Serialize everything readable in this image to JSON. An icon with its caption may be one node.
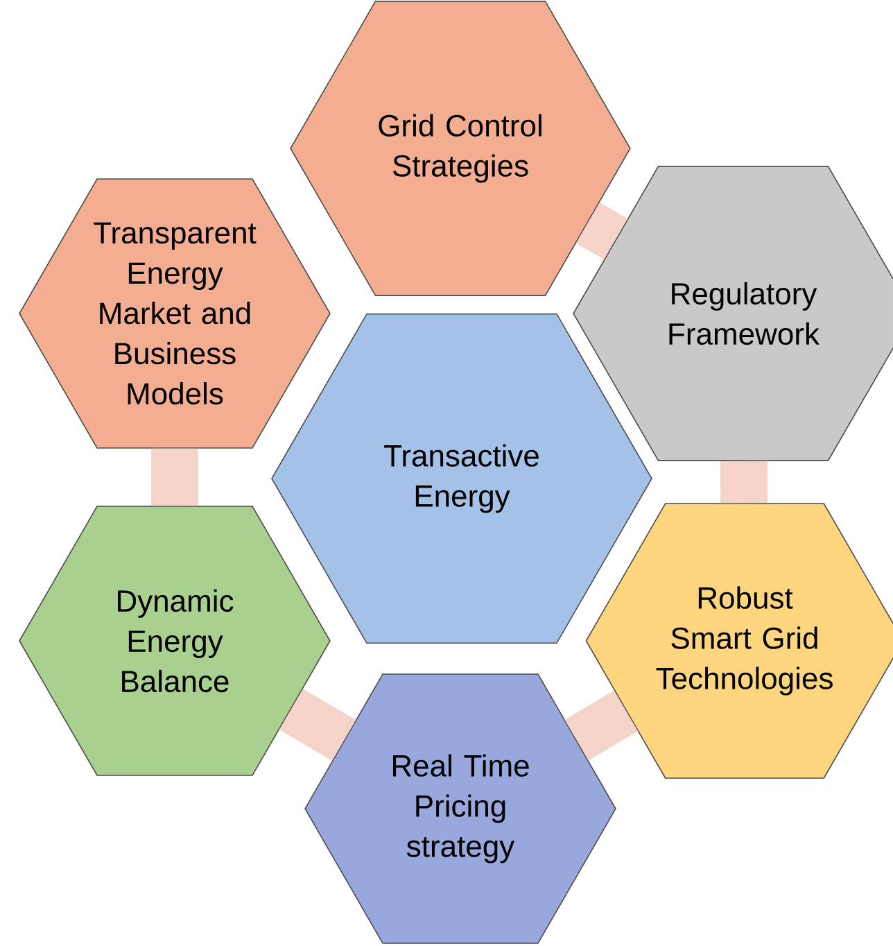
{
  "diagram": {
    "nodes": [
      {
        "text": [
          "Grid Control Strategies"
        ]
      },
      {
        "text": [
          "Transparent Energy Market and Business Models"
        ]
      },
      {
        "text": [
          "Regulatory Framework"
        ]
      },
      {
        "text": [
          "Transactive Energy"
        ]
      },
      {
        "text": [
          "Dynamic Energy Balance"
        ]
      },
      {
        "text": [
          "Robust Smart Grid Technologies"
        ]
      },
      {
        "text": [
          "Real Time Pricing strategy"
        ]
      }
    ],
    "edges": [
      {
        "from": 0,
        "to": 2,
        "arrow": "none"
      },
      {
        "from": 2,
        "to": 5,
        "arrow": "none"
      },
      {
        "from": 5,
        "to": 6,
        "arrow": "none"
      },
      {
        "from": 6,
        "to": 4,
        "arrow": "none"
      },
      {
        "from": 4,
        "to": 1,
        "arrow": "none"
      }
    ]
  }
}
